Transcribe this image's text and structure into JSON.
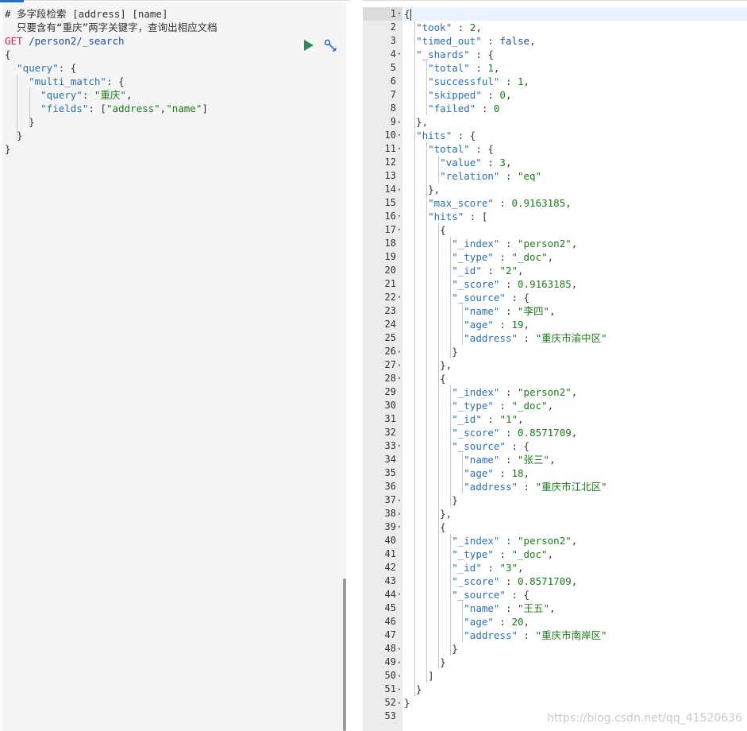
{
  "request": {
    "comment1": "# 多字段检索 [address] [name]",
    "comment2": "  只要含有“重庆”两字关键字，查询出相应文档",
    "method": "GET",
    "path": " /person2/_search",
    "lines": [
      {
        "text": "{"
      },
      {
        "key": "  \"query\"",
        "rest": ": {"
      },
      {
        "key": "    \"multi_match\"",
        "rest": ": {"
      },
      {
        "key": "      \"query\"",
        "mid": ": ",
        "str": "\"重庆\"",
        "tail": ","
      },
      {
        "key": "      \"fields\"",
        "mid": ": [",
        "str": "\"address\"",
        "tail": ",",
        "str2": "\"name\"",
        "tail2": "]"
      },
      {
        "text": "    }"
      },
      {
        "text": "  }"
      },
      {
        "text": "}"
      }
    ],
    "run_label": "run",
    "settings_label": "request settings"
  },
  "response": {
    "line_numbers": [
      "1",
      "2",
      "3",
      "4",
      "5",
      "6",
      "7",
      "8",
      "9",
      "10",
      "11",
      "12",
      "13",
      "14",
      "15",
      "16",
      "17",
      "18",
      "19",
      "20",
      "21",
      "22",
      "23",
      "24",
      "25",
      "26",
      "27",
      "28",
      "29",
      "30",
      "31",
      "32",
      "33",
      "34",
      "35",
      "36",
      "37",
      "38",
      "39",
      "40",
      "41",
      "42",
      "43",
      "44",
      "45",
      "46",
      "47",
      "48",
      "49",
      "50",
      "51",
      "52",
      "53"
    ],
    "fold_markers": {
      "1": "▾",
      "4": "▾",
      "9": "▴",
      "10": "▾",
      "11": "▾",
      "14": "▴",
      "16": "▾",
      "17": "▾",
      "22": "▾",
      "26": "▴",
      "27": "▴",
      "28": "▾",
      "33": "▾",
      "37": "▴",
      "38": "▴",
      "39": "▾",
      "44": "▾",
      "48": "▴",
      "49": "▴",
      "50": "▴",
      "51": "▴",
      "52": "▴"
    },
    "lines": [
      [
        {
          "t": "p",
          "v": "{"
        }
      ],
      [
        {
          "t": "p",
          "v": "  "
        },
        {
          "t": "k",
          "v": "\"took\""
        },
        {
          "t": "p",
          "v": " : "
        },
        {
          "t": "n",
          "v": "2"
        },
        {
          "t": "p",
          "v": ","
        }
      ],
      [
        {
          "t": "p",
          "v": "  "
        },
        {
          "t": "k",
          "v": "\"timed_out\""
        },
        {
          "t": "p",
          "v": " : "
        },
        {
          "t": "b",
          "v": "false"
        },
        {
          "t": "p",
          "v": ","
        }
      ],
      [
        {
          "t": "p",
          "v": "  "
        },
        {
          "t": "k",
          "v": "\"_shards\""
        },
        {
          "t": "p",
          "v": " : {"
        }
      ],
      [
        {
          "t": "p",
          "v": "    "
        },
        {
          "t": "k",
          "v": "\"total\""
        },
        {
          "t": "p",
          "v": " : "
        },
        {
          "t": "n",
          "v": "1"
        },
        {
          "t": "p",
          "v": ","
        }
      ],
      [
        {
          "t": "p",
          "v": "    "
        },
        {
          "t": "k",
          "v": "\"successful\""
        },
        {
          "t": "p",
          "v": " : "
        },
        {
          "t": "n",
          "v": "1"
        },
        {
          "t": "p",
          "v": ","
        }
      ],
      [
        {
          "t": "p",
          "v": "    "
        },
        {
          "t": "k",
          "v": "\"skipped\""
        },
        {
          "t": "p",
          "v": " : "
        },
        {
          "t": "n",
          "v": "0"
        },
        {
          "t": "p",
          "v": ","
        }
      ],
      [
        {
          "t": "p",
          "v": "    "
        },
        {
          "t": "k",
          "v": "\"failed\""
        },
        {
          "t": "p",
          "v": " : "
        },
        {
          "t": "n",
          "v": "0"
        }
      ],
      [
        {
          "t": "p",
          "v": "  },"
        }
      ],
      [
        {
          "t": "p",
          "v": "  "
        },
        {
          "t": "k",
          "v": "\"hits\""
        },
        {
          "t": "p",
          "v": " : {"
        }
      ],
      [
        {
          "t": "p",
          "v": "    "
        },
        {
          "t": "k",
          "v": "\"total\""
        },
        {
          "t": "p",
          "v": " : {"
        }
      ],
      [
        {
          "t": "p",
          "v": "      "
        },
        {
          "t": "k",
          "v": "\"value\""
        },
        {
          "t": "p",
          "v": " : "
        },
        {
          "t": "n",
          "v": "3"
        },
        {
          "t": "p",
          "v": ","
        }
      ],
      [
        {
          "t": "p",
          "v": "      "
        },
        {
          "t": "k",
          "v": "\"relation\""
        },
        {
          "t": "p",
          "v": " : "
        },
        {
          "t": "s",
          "v": "\"eq\""
        }
      ],
      [
        {
          "t": "p",
          "v": "    },"
        }
      ],
      [
        {
          "t": "p",
          "v": "    "
        },
        {
          "t": "k",
          "v": "\"max_score\""
        },
        {
          "t": "p",
          "v": " : "
        },
        {
          "t": "n",
          "v": "0.9163185"
        },
        {
          "t": "p",
          "v": ","
        }
      ],
      [
        {
          "t": "p",
          "v": "    "
        },
        {
          "t": "k",
          "v": "\"hits\""
        },
        {
          "t": "p",
          "v": " : ["
        }
      ],
      [
        {
          "t": "p",
          "v": "      {"
        }
      ],
      [
        {
          "t": "p",
          "v": "        "
        },
        {
          "t": "k",
          "v": "\"_index\""
        },
        {
          "t": "p",
          "v": " : "
        },
        {
          "t": "s",
          "v": "\"person2\""
        },
        {
          "t": "p",
          "v": ","
        }
      ],
      [
        {
          "t": "p",
          "v": "        "
        },
        {
          "t": "k",
          "v": "\"_type\""
        },
        {
          "t": "p",
          "v": " : "
        },
        {
          "t": "s",
          "v": "\"_doc\""
        },
        {
          "t": "p",
          "v": ","
        }
      ],
      [
        {
          "t": "p",
          "v": "        "
        },
        {
          "t": "k",
          "v": "\"_id\""
        },
        {
          "t": "p",
          "v": " : "
        },
        {
          "t": "s",
          "v": "\"2\""
        },
        {
          "t": "p",
          "v": ","
        }
      ],
      [
        {
          "t": "p",
          "v": "        "
        },
        {
          "t": "k",
          "v": "\"_score\""
        },
        {
          "t": "p",
          "v": " : "
        },
        {
          "t": "n",
          "v": "0.9163185"
        },
        {
          "t": "p",
          "v": ","
        }
      ],
      [
        {
          "t": "p",
          "v": "        "
        },
        {
          "t": "k",
          "v": "\"_source\""
        },
        {
          "t": "p",
          "v": " : {"
        }
      ],
      [
        {
          "t": "p",
          "v": "          "
        },
        {
          "t": "k",
          "v": "\"name\""
        },
        {
          "t": "p",
          "v": " : "
        },
        {
          "t": "s",
          "v": "\"李四\""
        },
        {
          "t": "p",
          "v": ","
        }
      ],
      [
        {
          "t": "p",
          "v": "          "
        },
        {
          "t": "k",
          "v": "\"age\""
        },
        {
          "t": "p",
          "v": " : "
        },
        {
          "t": "n",
          "v": "19"
        },
        {
          "t": "p",
          "v": ","
        }
      ],
      [
        {
          "t": "p",
          "v": "          "
        },
        {
          "t": "k",
          "v": "\"address\""
        },
        {
          "t": "p",
          "v": " : "
        },
        {
          "t": "s",
          "v": "\"重庆市渝中区\""
        }
      ],
      [
        {
          "t": "p",
          "v": "        }"
        }
      ],
      [
        {
          "t": "p",
          "v": "      },"
        }
      ],
      [
        {
          "t": "p",
          "v": "      {"
        }
      ],
      [
        {
          "t": "p",
          "v": "        "
        },
        {
          "t": "k",
          "v": "\"_index\""
        },
        {
          "t": "p",
          "v": " : "
        },
        {
          "t": "s",
          "v": "\"person2\""
        },
        {
          "t": "p",
          "v": ","
        }
      ],
      [
        {
          "t": "p",
          "v": "        "
        },
        {
          "t": "k",
          "v": "\"_type\""
        },
        {
          "t": "p",
          "v": " : "
        },
        {
          "t": "s",
          "v": "\"_doc\""
        },
        {
          "t": "p",
          "v": ","
        }
      ],
      [
        {
          "t": "p",
          "v": "        "
        },
        {
          "t": "k",
          "v": "\"_id\""
        },
        {
          "t": "p",
          "v": " : "
        },
        {
          "t": "s",
          "v": "\"1\""
        },
        {
          "t": "p",
          "v": ","
        }
      ],
      [
        {
          "t": "p",
          "v": "        "
        },
        {
          "t": "k",
          "v": "\"_score\""
        },
        {
          "t": "p",
          "v": " : "
        },
        {
          "t": "n",
          "v": "0.8571709"
        },
        {
          "t": "p",
          "v": ","
        }
      ],
      [
        {
          "t": "p",
          "v": "        "
        },
        {
          "t": "k",
          "v": "\"_source\""
        },
        {
          "t": "p",
          "v": " : {"
        }
      ],
      [
        {
          "t": "p",
          "v": "          "
        },
        {
          "t": "k",
          "v": "\"name\""
        },
        {
          "t": "p",
          "v": " : "
        },
        {
          "t": "s",
          "v": "\"张三\""
        },
        {
          "t": "p",
          "v": ","
        }
      ],
      [
        {
          "t": "p",
          "v": "          "
        },
        {
          "t": "k",
          "v": "\"age\""
        },
        {
          "t": "p",
          "v": " : "
        },
        {
          "t": "n",
          "v": "18"
        },
        {
          "t": "p",
          "v": ","
        }
      ],
      [
        {
          "t": "p",
          "v": "          "
        },
        {
          "t": "k",
          "v": "\"address\""
        },
        {
          "t": "p",
          "v": " : "
        },
        {
          "t": "s",
          "v": "\"重庆市江北区\""
        }
      ],
      [
        {
          "t": "p",
          "v": "        }"
        }
      ],
      [
        {
          "t": "p",
          "v": "      },"
        }
      ],
      [
        {
          "t": "p",
          "v": "      {"
        }
      ],
      [
        {
          "t": "p",
          "v": "        "
        },
        {
          "t": "k",
          "v": "\"_index\""
        },
        {
          "t": "p",
          "v": " : "
        },
        {
          "t": "s",
          "v": "\"person2\""
        },
        {
          "t": "p",
          "v": ","
        }
      ],
      [
        {
          "t": "p",
          "v": "        "
        },
        {
          "t": "k",
          "v": "\"_type\""
        },
        {
          "t": "p",
          "v": " : "
        },
        {
          "t": "s",
          "v": "\"_doc\""
        },
        {
          "t": "p",
          "v": ","
        }
      ],
      [
        {
          "t": "p",
          "v": "        "
        },
        {
          "t": "k",
          "v": "\"_id\""
        },
        {
          "t": "p",
          "v": " : "
        },
        {
          "t": "s",
          "v": "\"3\""
        },
        {
          "t": "p",
          "v": ","
        }
      ],
      [
        {
          "t": "p",
          "v": "        "
        },
        {
          "t": "k",
          "v": "\"_score\""
        },
        {
          "t": "p",
          "v": " : "
        },
        {
          "t": "n",
          "v": "0.8571709"
        },
        {
          "t": "p",
          "v": ","
        }
      ],
      [
        {
          "t": "p",
          "v": "        "
        },
        {
          "t": "k",
          "v": "\"_source\""
        },
        {
          "t": "p",
          "v": " : {"
        }
      ],
      [
        {
          "t": "p",
          "v": "          "
        },
        {
          "t": "k",
          "v": "\"name\""
        },
        {
          "t": "p",
          "v": " : "
        },
        {
          "t": "s",
          "v": "\"王五\""
        },
        {
          "t": "p",
          "v": ","
        }
      ],
      [
        {
          "t": "p",
          "v": "          "
        },
        {
          "t": "k",
          "v": "\"age\""
        },
        {
          "t": "p",
          "v": " : "
        },
        {
          "t": "n",
          "v": "20"
        },
        {
          "t": "p",
          "v": ","
        }
      ],
      [
        {
          "t": "p",
          "v": "          "
        },
        {
          "t": "k",
          "v": "\"address\""
        },
        {
          "t": "p",
          "v": " : "
        },
        {
          "t": "s",
          "v": "\"重庆市南岸区\""
        }
      ],
      [
        {
          "t": "p",
          "v": "        }"
        }
      ],
      [
        {
          "t": "p",
          "v": "      }"
        }
      ],
      [
        {
          "t": "p",
          "v": "    ]"
        }
      ],
      [
        {
          "t": "p",
          "v": "  }"
        }
      ],
      [
        {
          "t": "p",
          "v": "}"
        }
      ],
      [
        {
          "t": "p",
          "v": ""
        }
      ]
    ]
  },
  "watermark": "https://blog.csdn.net/qq_41520636",
  "colors": {
    "accent": "#1f6fd1",
    "run": "#2e8b57",
    "wrench": "#2a6fb0"
  },
  "icons": {
    "run": "play-icon",
    "settings": "wrench-icon"
  }
}
